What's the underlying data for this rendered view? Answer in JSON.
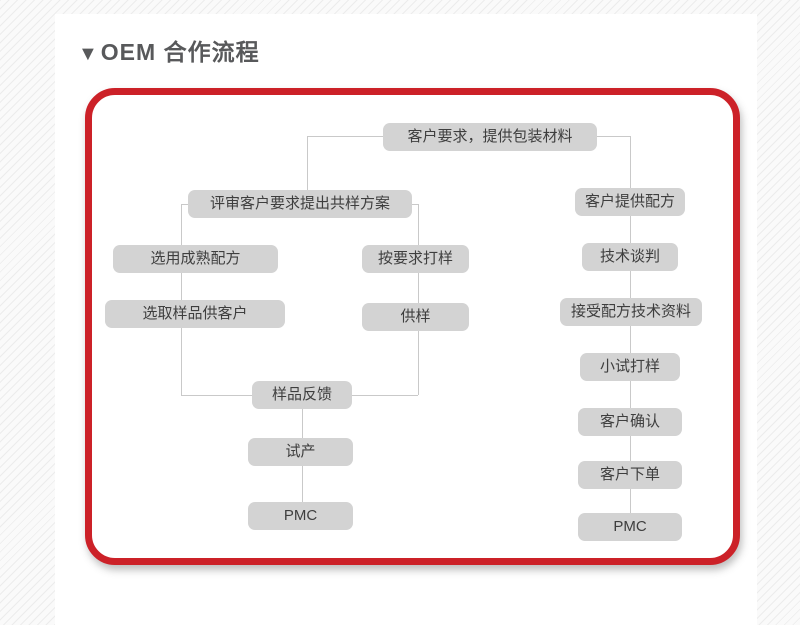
{
  "header": {
    "marker": "▼",
    "title": "OEM 合作流程"
  },
  "colors": {
    "border_red": "#cc2128",
    "node_bg": "#d3d3d3",
    "connector": "#c9c9c9",
    "title_gray": "#58595b"
  },
  "flowchart": {
    "nodes": [
      {
        "id": "customer-requirements",
        "label": "客户要求，提供包装材料"
      },
      {
        "id": "review-proposal",
        "label": "评审客户要求提出共样方案"
      },
      {
        "id": "mature-formula",
        "label": "选用成熟配方"
      },
      {
        "id": "select-samples-for-customer",
        "label": "选取样品供客户"
      },
      {
        "id": "sample-on-request",
        "label": "按要求打样"
      },
      {
        "id": "supply-sample",
        "label": "供样"
      },
      {
        "id": "sample-feedback",
        "label": "样品反馈"
      },
      {
        "id": "trial-production",
        "label": "试产"
      },
      {
        "id": "pmc-left",
        "label": "PMC"
      },
      {
        "id": "customer-provides-formula",
        "label": "客户提供配方"
      },
      {
        "id": "technical-negotiation",
        "label": "技术谈判"
      },
      {
        "id": "accept-formula-docs",
        "label": "接受配方技术资料"
      },
      {
        "id": "small-trial-sample",
        "label": "小试打样"
      },
      {
        "id": "customer-confirmation",
        "label": "客户确认"
      },
      {
        "id": "customer-order",
        "label": "客户下单"
      },
      {
        "id": "pmc-right",
        "label": "PMC"
      }
    ]
  }
}
